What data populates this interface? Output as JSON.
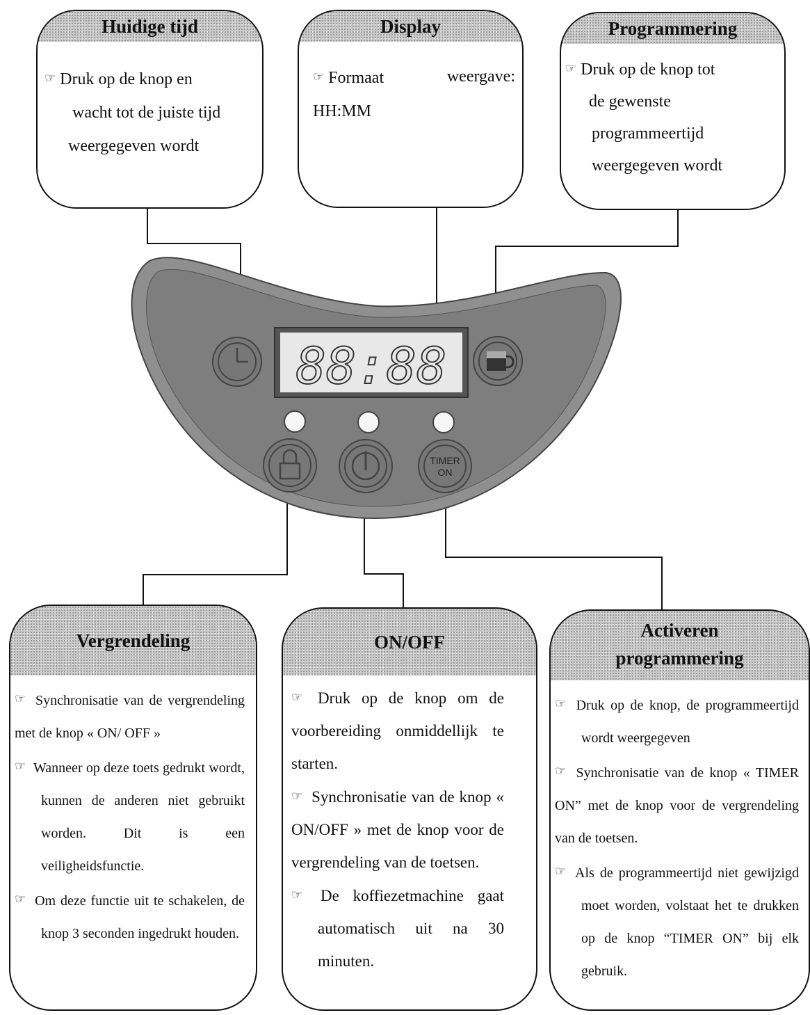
{
  "boxes": {
    "current_time": {
      "title": "Huidige tijd",
      "lines": [
        "Druk op de knop en",
        "wacht tot de juiste tijd",
        "weergegeven wordt"
      ]
    },
    "display": {
      "title": "Display",
      "line1_a": "Formaat",
      "line1_b": "weergave:",
      "line2": "HH:MM"
    },
    "programming": {
      "title": "Programmering",
      "lines": [
        "Druk op de knop tot",
        "de gewenste",
        "programmeertijd",
        "weergegeven wordt"
      ]
    },
    "lock": {
      "title": "Vergrendeling",
      "items": [
        "Synchronisatie van de vergrendeling met de knop « ON/ OFF »",
        "Wanneer op deze toets gedrukt wordt, kunnen de anderen niet gebruikt worden. Dit is een veiligheidsfunctie.",
        "Om deze functie uit te schakelen, de knop 3 seconden ingedrukt houden."
      ]
    },
    "onoff": {
      "title": "ON/OFF",
      "items": [
        "Druk op de knop om de voorbereiding onmiddellijk te starten.",
        "Synchronisatie van de knop « ON/OFF » met de knop voor de vergrendeling van de toetsen.",
        "De koffiezetmachine gaat automatisch uit na 30 minuten."
      ]
    },
    "timer": {
      "title_line1": "Activeren",
      "title_line2": "programmering",
      "items": [
        "Druk op de knop, de programmeertijd wordt weergegeven",
        "Synchronisatie van de knop « TIMER ON” met de knop voor de vergrendeling van de toetsen.",
        "Als de programmeertijd niet gewijzigd moet worden, volstaat het te drukken op de knop “TIMER ON” bij elk gebruik."
      ]
    }
  },
  "panel": {
    "display_text": "88:88",
    "timer_button_line1": "TIMER",
    "timer_button_line2": "ON"
  },
  "icons": {
    "bullet": "pointing-hand-icon",
    "clock": "clock-icon",
    "cup": "cup-icon",
    "lock": "padlock-icon",
    "power": "power-icon"
  },
  "colors": {
    "panel": "#8f8f8f",
    "panel_dark": "#6b6b6b",
    "display_bg": "#e8e8e8",
    "header": "#c9c9c9"
  }
}
